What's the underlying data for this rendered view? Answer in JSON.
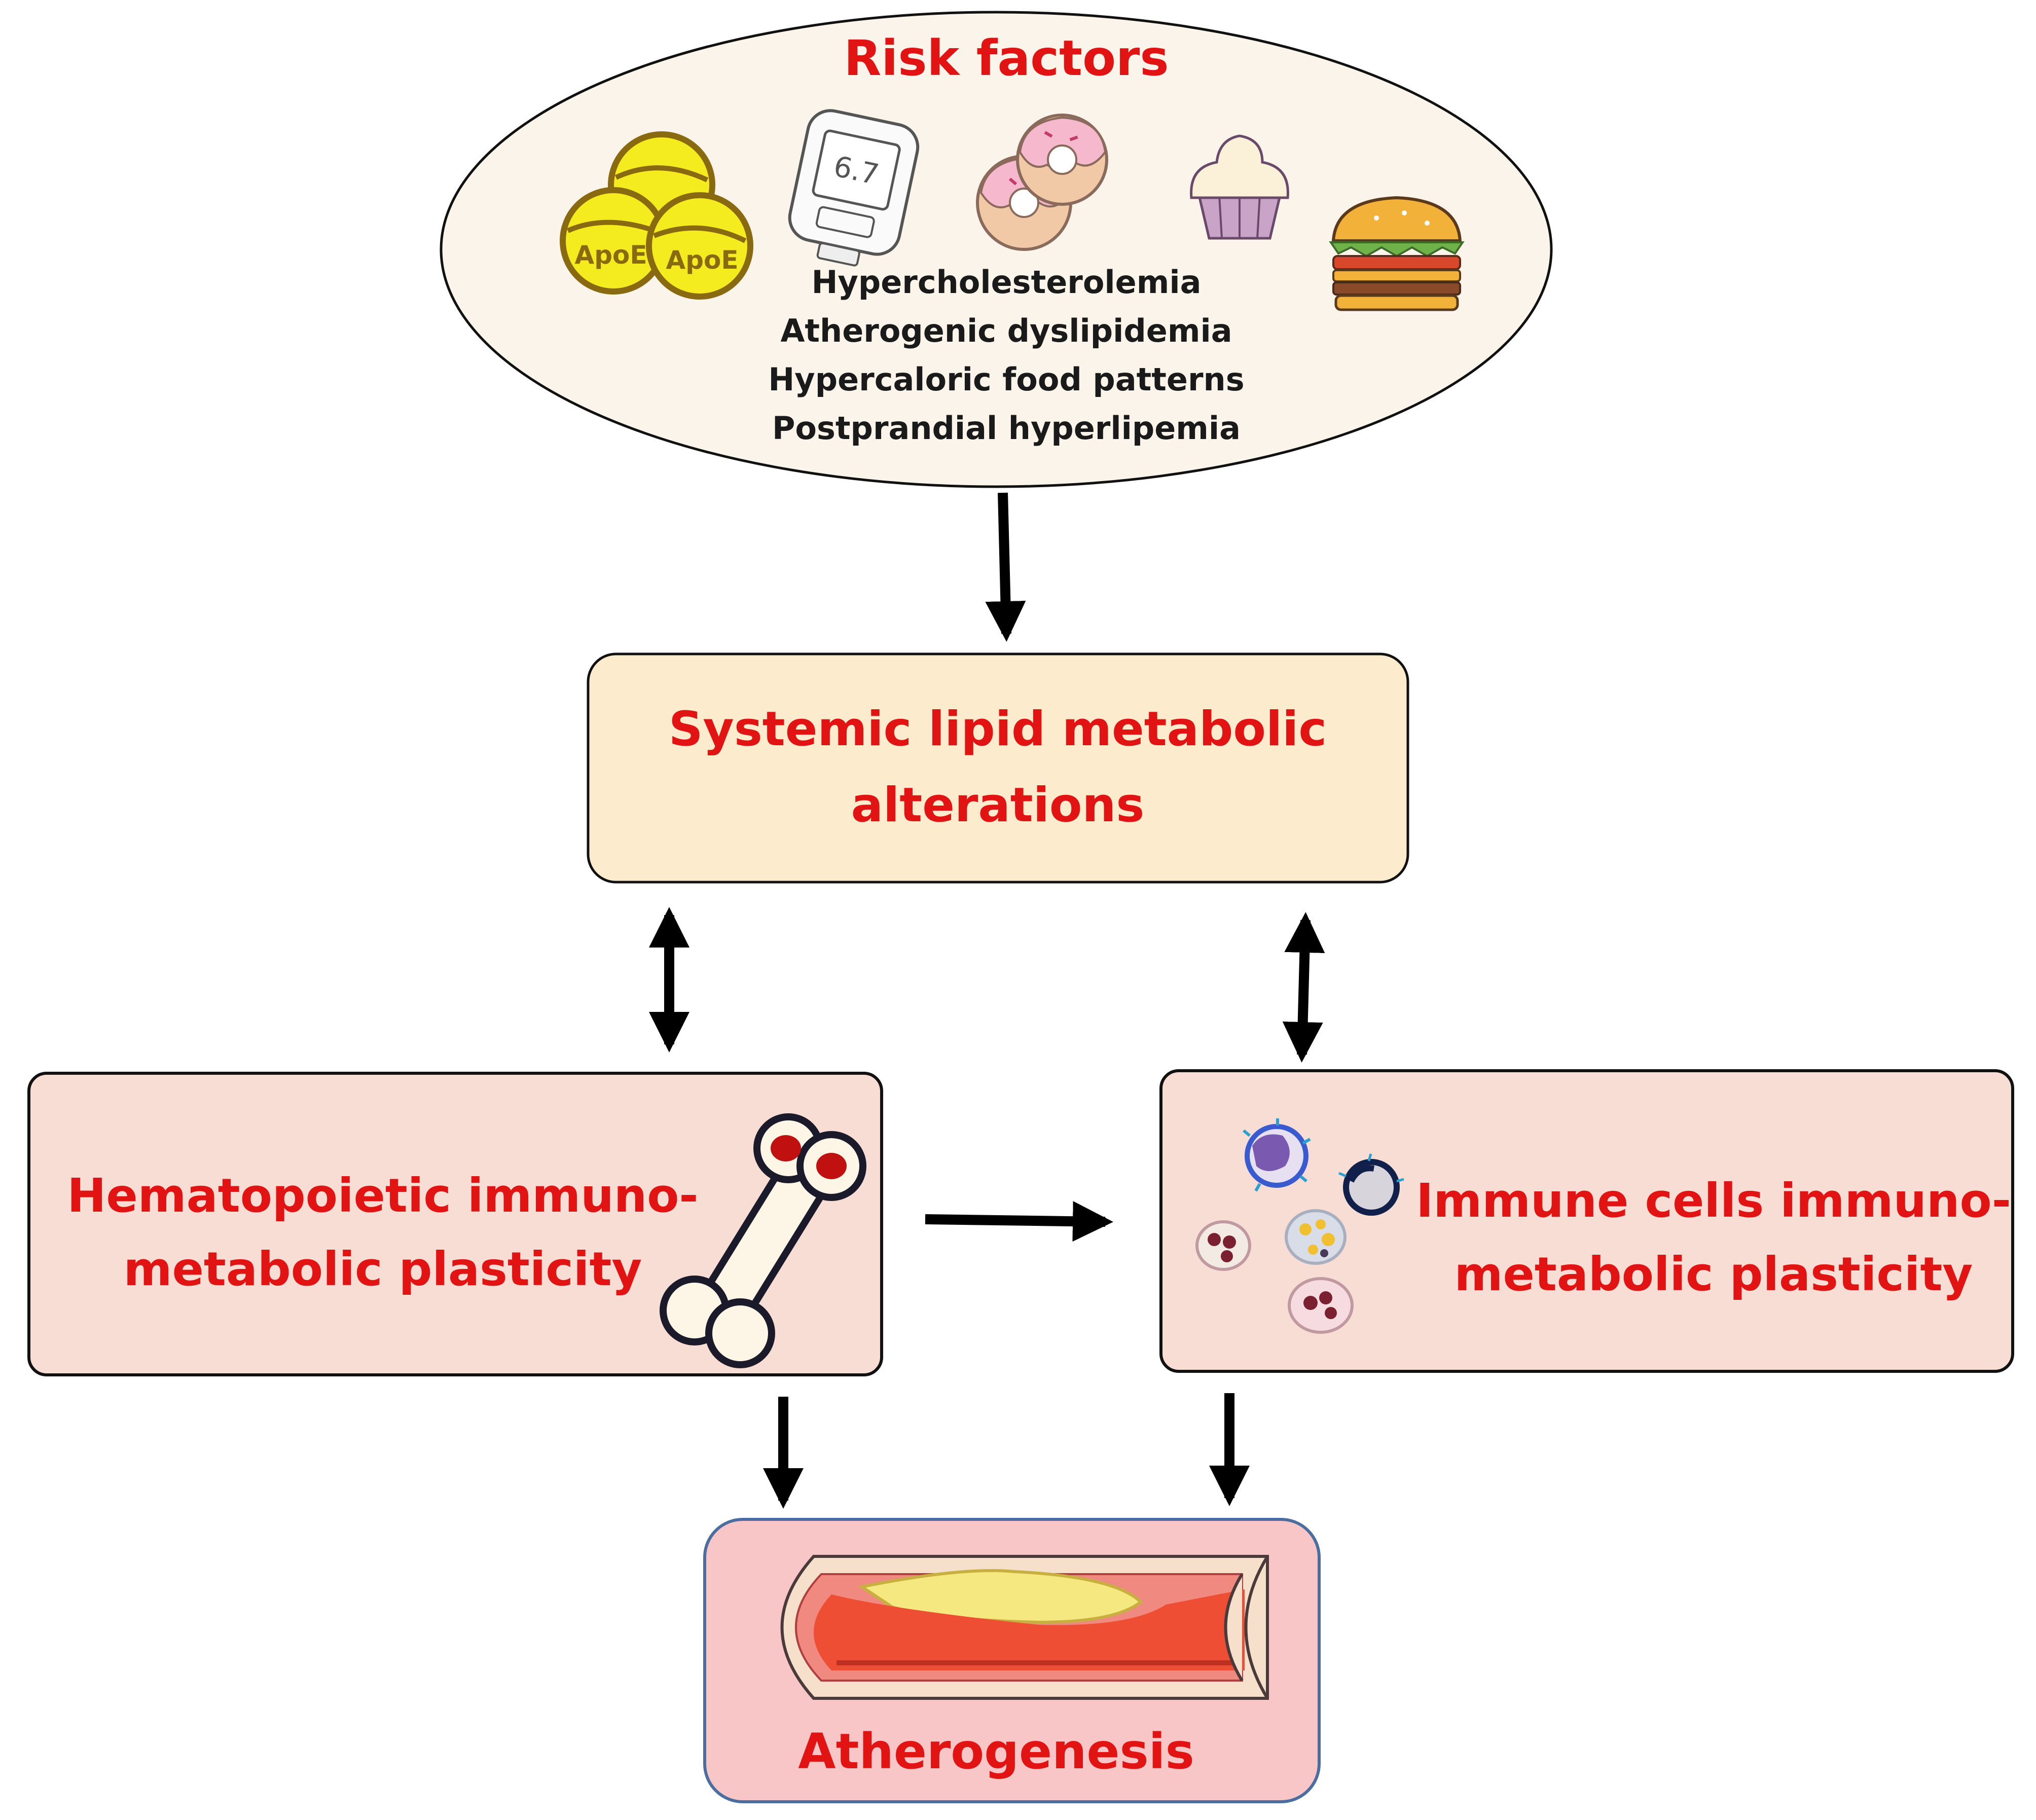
{
  "risk_factors": {
    "title": "Risk factors",
    "items": [
      "Hypercholesterolemia",
      "Atherogenic dyslipidemia",
      "Hypercaloric food patterns",
      "Postprandial hyperlipemia"
    ],
    "apoe_label": "ApoE",
    "glucometer_reading": "6.7",
    "icons": [
      "apoe-particles-icon",
      "glucometer-icon",
      "donut-icon",
      "cupcake-icon",
      "burger-icon"
    ]
  },
  "systemic": {
    "line1": "Systemic lipid metabolic",
    "line2": "alterations"
  },
  "hematopoietic": {
    "line1": "Hematopoietic immuno-",
    "line2": "metabolic plasticity",
    "icon": "bone-icon"
  },
  "immune": {
    "line1": "Immune cells immuno-",
    "line2": "metabolic plasticity",
    "icon": "immune-cells-icon"
  },
  "atherogenesis": {
    "label": "Atherogenesis",
    "icon": "artery-plaque-icon"
  },
  "colors": {
    "title_red": "#e21313",
    "ellipse_fill": "#fbf4ea",
    "systemic_fill": "#fdebcd",
    "plasticity_fill": "#f8ddd4",
    "athero_fill": "#f8c6c6",
    "athero_border": "#4a6ea0"
  }
}
